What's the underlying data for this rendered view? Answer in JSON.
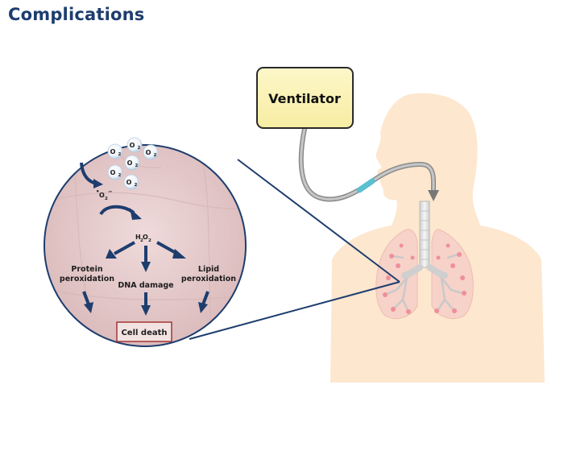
{
  "page": {
    "title": "Complications"
  },
  "diagram": {
    "ventilator_label": "Ventilator",
    "molecules": {
      "o2_base": "O",
      "o2_subscript": "2",
      "superoxide_base": "O",
      "superoxide_sub": "2",
      "superoxide_dot": "•",
      "superoxide_charge": "−",
      "h2o2_h": "H",
      "h2o2_sub1": "2",
      "h2o2_o": "O",
      "h2o2_sub2": "2"
    },
    "outcomes": {
      "protein_line1": "Protein",
      "protein_line2": "peroxidation",
      "dna": "DNA damage",
      "lipid_line1": "Lipid",
      "lipid_line2": "peroxidation"
    },
    "result_label": "Cell death"
  },
  "colors": {
    "title": "#1d3d6e",
    "ventilator_fill": "#fbf3b7",
    "ventilator_stroke": "#2a2a2a",
    "body_fill": "#fde7cf",
    "circle_fill": "#e8cfcf",
    "circle_stroke": "#1d3d6e",
    "arrow": "#1d3d6e",
    "cell_death_stroke": "#a33434",
    "lung_fill": "#f7cfc9"
  }
}
